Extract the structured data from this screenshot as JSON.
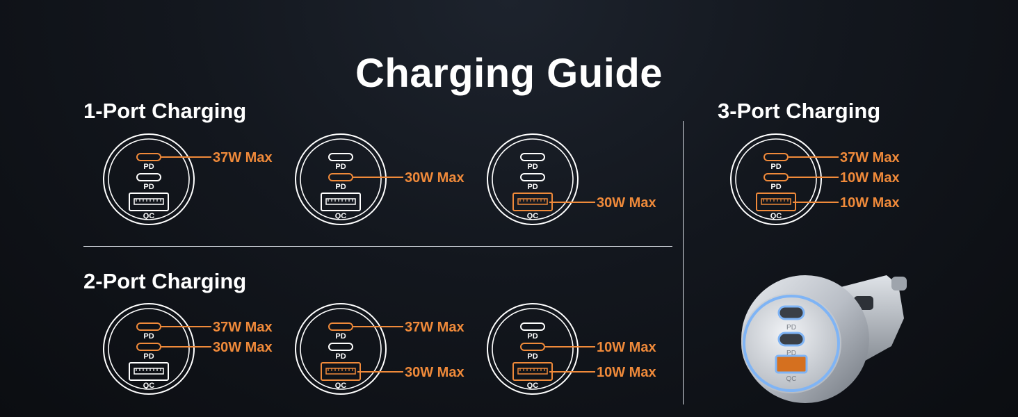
{
  "title": "Charging Guide",
  "sections": {
    "one_port": "1-Port Charging",
    "two_port": "2-Port Charging",
    "three_port": "3-Port Charging"
  },
  "port_labels": {
    "pd": "PD",
    "qc": "QC"
  },
  "colors": {
    "active": "#f08a3a",
    "inactive": "#ffffff",
    "background": "#111419"
  },
  "diagrams": {
    "one_port_a": {
      "ports": [
        "active",
        "inactive",
        "inactive"
      ],
      "labels": [
        "37W Max",
        "",
        ""
      ]
    },
    "one_port_b": {
      "ports": [
        "inactive",
        "active",
        "inactive"
      ],
      "labels": [
        "",
        "30W Max",
        ""
      ]
    },
    "one_port_c": {
      "ports": [
        "inactive",
        "inactive",
        "active"
      ],
      "labels": [
        "",
        "",
        "30W Max"
      ]
    },
    "two_port_a": {
      "ports": [
        "active",
        "active",
        "inactive"
      ],
      "labels": [
        "37W Max",
        "30W Max",
        ""
      ]
    },
    "two_port_b": {
      "ports": [
        "active",
        "inactive",
        "active"
      ],
      "labels": [
        "37W Max",
        "",
        "30W Max"
      ]
    },
    "two_port_c": {
      "ports": [
        "inactive",
        "active",
        "active"
      ],
      "labels": [
        "",
        "10W Max",
        "10W Max"
      ]
    },
    "three_port": {
      "ports": [
        "active",
        "active",
        "active"
      ],
      "labels": [
        "37W Max",
        "10W Max",
        "10W Max"
      ]
    }
  },
  "product": {
    "port_labels": [
      "PD",
      "PD",
      "QC"
    ],
    "ring_color": "#7fb4f5"
  }
}
